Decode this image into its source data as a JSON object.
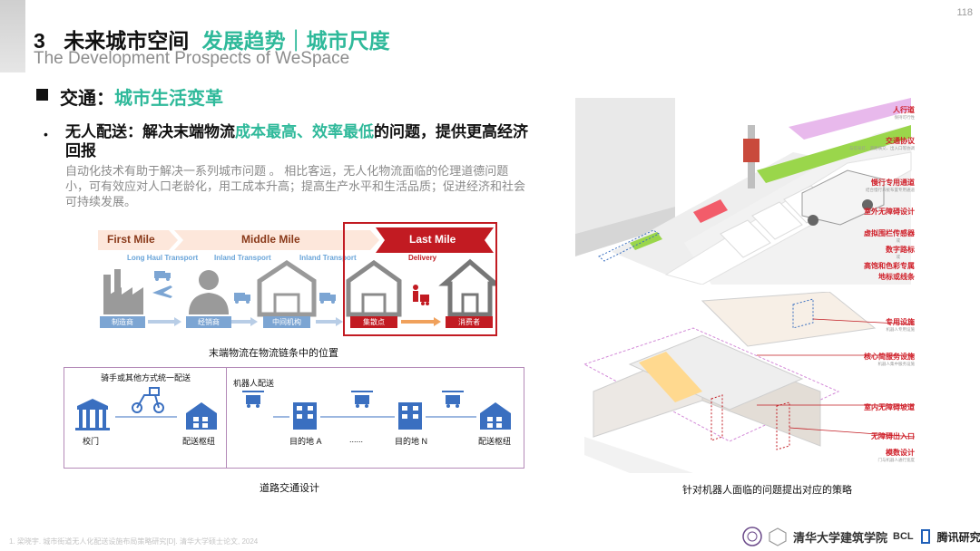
{
  "page_number": "118",
  "header": {
    "number": "3",
    "title": "未来城市空间",
    "title_accent": "发展趋势｜城市尺度",
    "subtitle": "The Development Prospects of WeSpace"
  },
  "section": {
    "title": "交通：",
    "title_accent": "城市生活变革"
  },
  "point": {
    "bullet": "•",
    "title_a": "无人配送：解决末端物流",
    "title_accent": "成本最高、效率最低",
    "title_b": "的问题，提供更高经济回报",
    "body": "自动化技术有助于解决一系列城市问题 。 相比客运，无人化物流面临的伦理道德问题小，可有效应对人口老龄化，用工成本升高；提高生产水平和生活品质；促进经济和社会可持续发展。"
  },
  "chain": {
    "stages": [
      "First Mile",
      "Middle Mile",
      "Last Mile"
    ],
    "transports": [
      "Long Haul Transport",
      "Inland Transport",
      "Inland Transport",
      "Delivery"
    ],
    "nodes": [
      "制造商",
      "经销商",
      "中间机构",
      "集散点",
      "消费者"
    ],
    "caption": "末端物流在物流链条中的位置",
    "colors": {
      "accent_red": "#c21b22",
      "label_blue": "#7ca5d3",
      "arrow_orange": "#f0a15c"
    }
  },
  "road": {
    "left_title": "骑手或其他方式统一配送",
    "right_title": "机器人配送",
    "labels": [
      "校门",
      "配送枢纽",
      "目的地 A",
      "......",
      "目的地 N",
      "配送枢纽"
    ],
    "caption": "道路交通设计"
  },
  "illustration": {
    "top_tags": [
      {
        "title": "人行道",
        "sub": "保持可行性"
      },
      {
        "title": "交通协议",
        "sub": "与信号灯、道路横交、出入口等协调"
      },
      {
        "title": "慢行专用通道",
        "sub": "结合慢行系统布置专用通道"
      },
      {
        "title": "室外无障碍设计",
        "sub": ""
      },
      {
        "title": "虚拟围栏传感器",
        "sub": "或"
      },
      {
        "title": "数字路标",
        "sub": "或"
      },
      {
        "title": "高饱和色彩专属",
        "sub": ""
      },
      {
        "title": "地标或线条",
        "sub": ""
      }
    ],
    "bottom_tags": [
      {
        "title": "专用设施",
        "sub": "机器人专用设施"
      },
      {
        "title": "核心简服务设施",
        "sub": "机器人集中服务设施"
      },
      {
        "title": "室内无障碍坡道",
        "sub": ""
      },
      {
        "title": "无障碍出入口",
        "sub": ""
      },
      {
        "title": "模数设计",
        "sub": "门与机器人通行宽度"
      }
    ],
    "caption": "针对机器人面临的问题提出对应的策略"
  },
  "footer": {
    "note": "1. 梁晓宇. 城市街道无人化配送设施布局策略研究[D]. 清华大学硕士论文, 2024",
    "university": "清华大学建筑学院",
    "lab": "BCL",
    "company": "腾讯研究院"
  }
}
